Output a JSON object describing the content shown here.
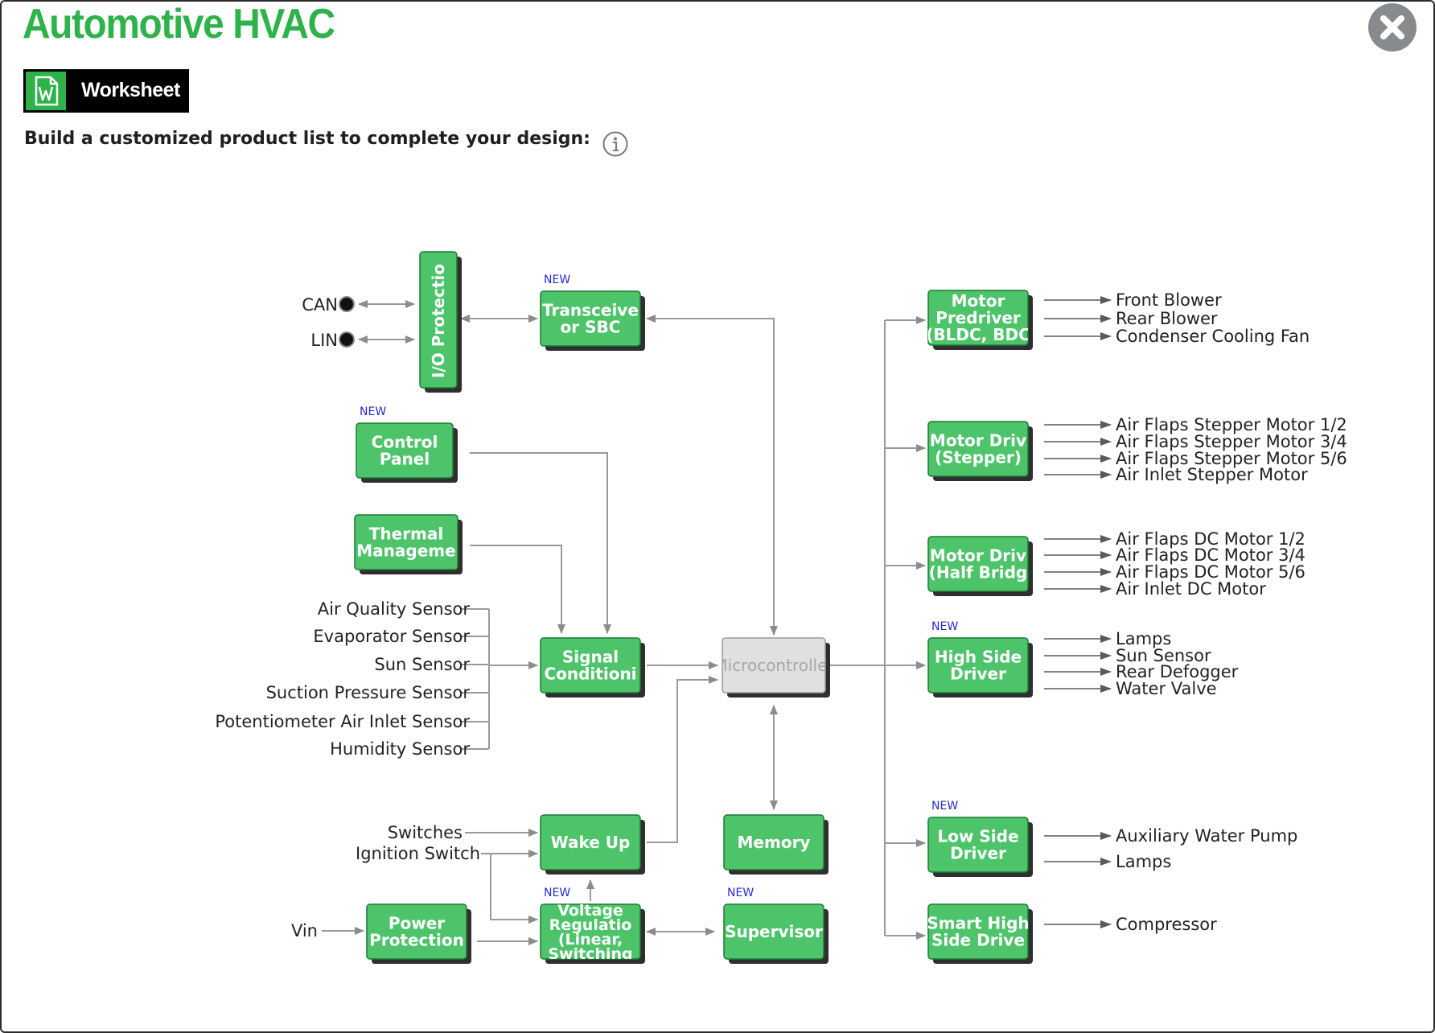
{
  "header": {
    "title": "Automotive HVAC",
    "worksheet_label": "Worksheet",
    "prompt": "Build a customized product list to complete your design:"
  },
  "icons": {
    "close": "close-icon",
    "worksheet": "word-document-icon",
    "info": "info-icon"
  },
  "colors": {
    "brand_green": "#2db34a",
    "block_green": "#4ec46a",
    "microcontroller_gray": "#e0e0e0",
    "new_badge": "#2a2ad0",
    "close_button": "#888b8e"
  },
  "diagram": {
    "blocks": [
      {
        "id": "io-protection",
        "lines": [
          "I/O Protectio"
        ],
        "new": false,
        "interactable": true
      },
      {
        "id": "transceiver",
        "lines": [
          "Transceive",
          "or SBC"
        ],
        "new": true,
        "interactable": true
      },
      {
        "id": "control-panel",
        "lines": [
          "Control",
          "Panel"
        ],
        "new": true,
        "interactable": true
      },
      {
        "id": "thermal-management",
        "lines": [
          "Thermal",
          "Manageme"
        ],
        "new": false,
        "interactable": true
      },
      {
        "id": "signal-conditioning",
        "lines": [
          "Signal",
          "Conditioni"
        ],
        "new": false,
        "interactable": true
      },
      {
        "id": "microcontroller",
        "lines": [
          "Microcontroller"
        ],
        "new": false,
        "interactable": false
      },
      {
        "id": "wake-up",
        "lines": [
          "Wake Up"
        ],
        "new": false,
        "interactable": true
      },
      {
        "id": "memory",
        "lines": [
          "Memory"
        ],
        "new": false,
        "interactable": true
      },
      {
        "id": "power-protection",
        "lines": [
          "Power",
          "Protection"
        ],
        "new": false,
        "interactable": true
      },
      {
        "id": "voltage-regulation",
        "lines": [
          "Voltage",
          "Regulatio",
          "(Linear,",
          "Switching"
        ],
        "new": true,
        "interactable": true
      },
      {
        "id": "supervisor",
        "lines": [
          "Supervisor"
        ],
        "new": true,
        "interactable": true
      },
      {
        "id": "motor-predriver",
        "lines": [
          "Motor",
          "Predriver",
          "(BLDC, BDC"
        ],
        "new": false,
        "interactable": true
      },
      {
        "id": "motor-driver-stepper",
        "lines": [
          "Motor Driv",
          "(Stepper)"
        ],
        "new": false,
        "interactable": true
      },
      {
        "id": "motor-driver-half-bridge",
        "lines": [
          "Motor Driv",
          "(Half Bridg"
        ],
        "new": false,
        "interactable": true
      },
      {
        "id": "high-side-driver",
        "lines": [
          "High Side",
          "Driver"
        ],
        "new": true,
        "interactable": true
      },
      {
        "id": "low-side-driver",
        "lines": [
          "Low Side",
          "Driver"
        ],
        "new": true,
        "interactable": true
      },
      {
        "id": "smart-high-side-driver",
        "lines": [
          "Smart High",
          "Side Drive"
        ],
        "new": false,
        "interactable": true
      }
    ],
    "new_badge": "NEW",
    "bus_labels": [
      "CAN",
      "LIN"
    ],
    "sensors": [
      "Air Quality Sensor",
      "Evaporator Sensor",
      "Sun Sensor",
      "Suction Pressure Sensor",
      "Potentiometer Air Inlet Sensor",
      "Humidity Sensor"
    ],
    "wake_inputs": [
      "Switches",
      "Ignition Switch"
    ],
    "power_input": "Vin",
    "outputs": {
      "motor-predriver": [
        "Front Blower",
        "Rear Blower",
        "Condenser Cooling Fan"
      ],
      "motor-driver-stepper": [
        "Air Flaps Stepper Motor 1/2",
        "Air Flaps Stepper Motor 3/4",
        "Air Flaps Stepper Motor 5/6",
        "Air Inlet Stepper Motor"
      ],
      "motor-driver-half-bridge": [
        "Air Flaps DC Motor 1/2",
        "Air Flaps DC Motor 3/4",
        "Air Flaps DC Motor 5/6",
        "Air Inlet DC Motor"
      ],
      "high-side-driver": [
        "Lamps",
        "Sun Sensor",
        "Rear Defogger",
        "Water Valve"
      ],
      "low-side-driver": [
        "Auxiliary Water Pump",
        "Lamps"
      ],
      "smart-high-side-driver": [
        "Compressor"
      ]
    }
  }
}
